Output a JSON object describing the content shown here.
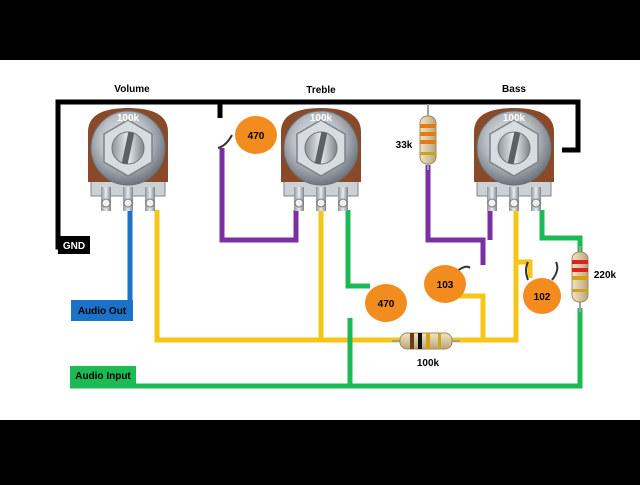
{
  "pots": [
    {
      "heading": "Volume",
      "value": "100k"
    },
    {
      "heading": "Treble",
      "value": "100k"
    },
    {
      "heading": "Bass",
      "value": "100k"
    }
  ],
  "labels": {
    "gnd": "GND",
    "audio_out": "Audio Out",
    "audio_input": "Audio Input"
  },
  "capacitors": {
    "treble_top": "470",
    "treble_bottom": "470",
    "bass_left": "103",
    "bass_right": "102"
  },
  "resistors": {
    "top": "33k",
    "bottom": "100k",
    "right": "220k"
  },
  "colors": {
    "ground_wire": "#000000",
    "audio_out_wire": "#1a73c9",
    "signal_wire": "#f5c518",
    "input_wire": "#1db954",
    "treble_wire": "#7b2fa3",
    "capacitor": "#f28c1e",
    "pot_body": "#8a4a2a",
    "label_box_blue": "#1a73c9",
    "label_box_green": "#1db954"
  }
}
